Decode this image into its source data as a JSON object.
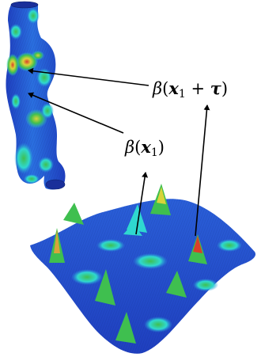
{
  "labels": {
    "upper": {
      "func": "β",
      "open": "(",
      "var": "x",
      "sub": "1",
      "plus": " + ",
      "shift": "τ",
      "close": ")"
    },
    "lower": {
      "func": "β",
      "open": "(",
      "var": "x",
      "sub": "1",
      "close": ")"
    }
  },
  "colors": {
    "low": "#1f3fbf",
    "mid": "#2a8fe0",
    "cyan": "#2fd8d0",
    "green": "#3fbf4f",
    "yellow": "#d8d43a",
    "high": "#d8402a",
    "line": "#000000"
  }
}
